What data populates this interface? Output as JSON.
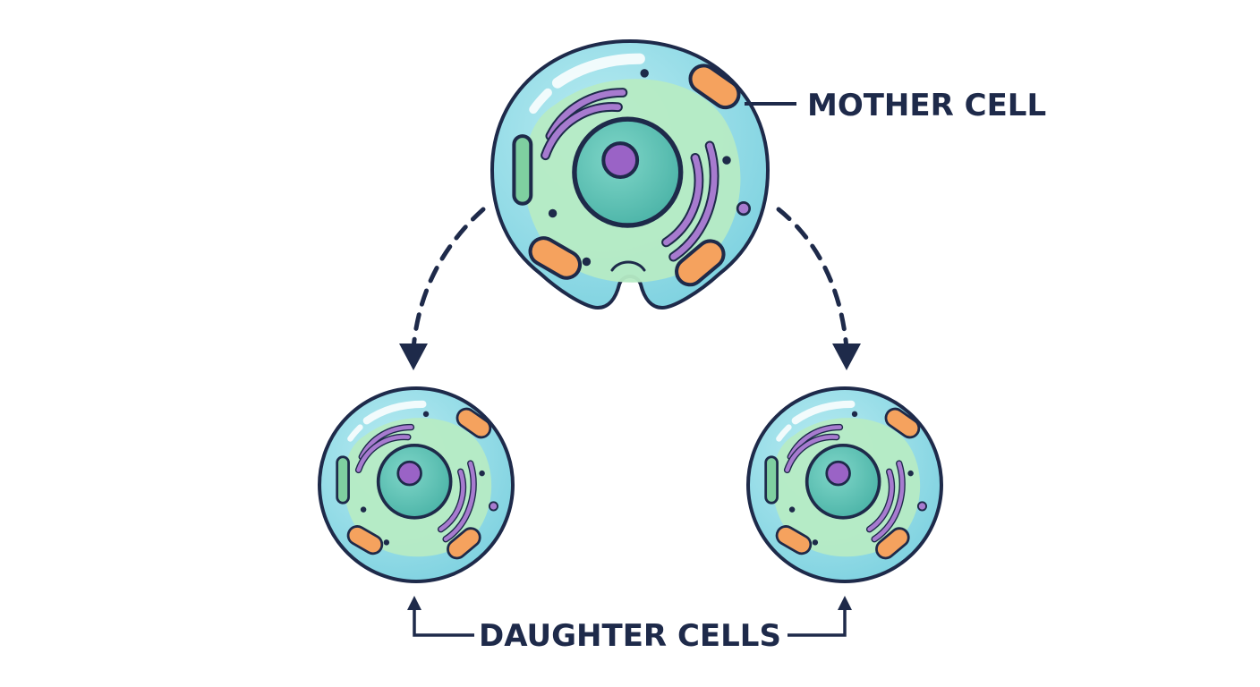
{
  "labels": {
    "mother": "MOTHER CELL",
    "daughters": "DAUGHTER CELLS"
  },
  "colors": {
    "outline": "#1e2a4a",
    "membrane": "#8fdbe6",
    "cytoplasm": "#b6ebc4",
    "nucleus": "#5cc2b5",
    "nucleolus": "#9a63c6",
    "golgi": "#a77bcf",
    "mitochondria": "#f5a25e",
    "er": "#7fcfa0"
  },
  "icons": {
    "mother": "dividing-cell-icon",
    "daughter": "cell-icon",
    "arrow": "dashed-curved-arrow"
  }
}
